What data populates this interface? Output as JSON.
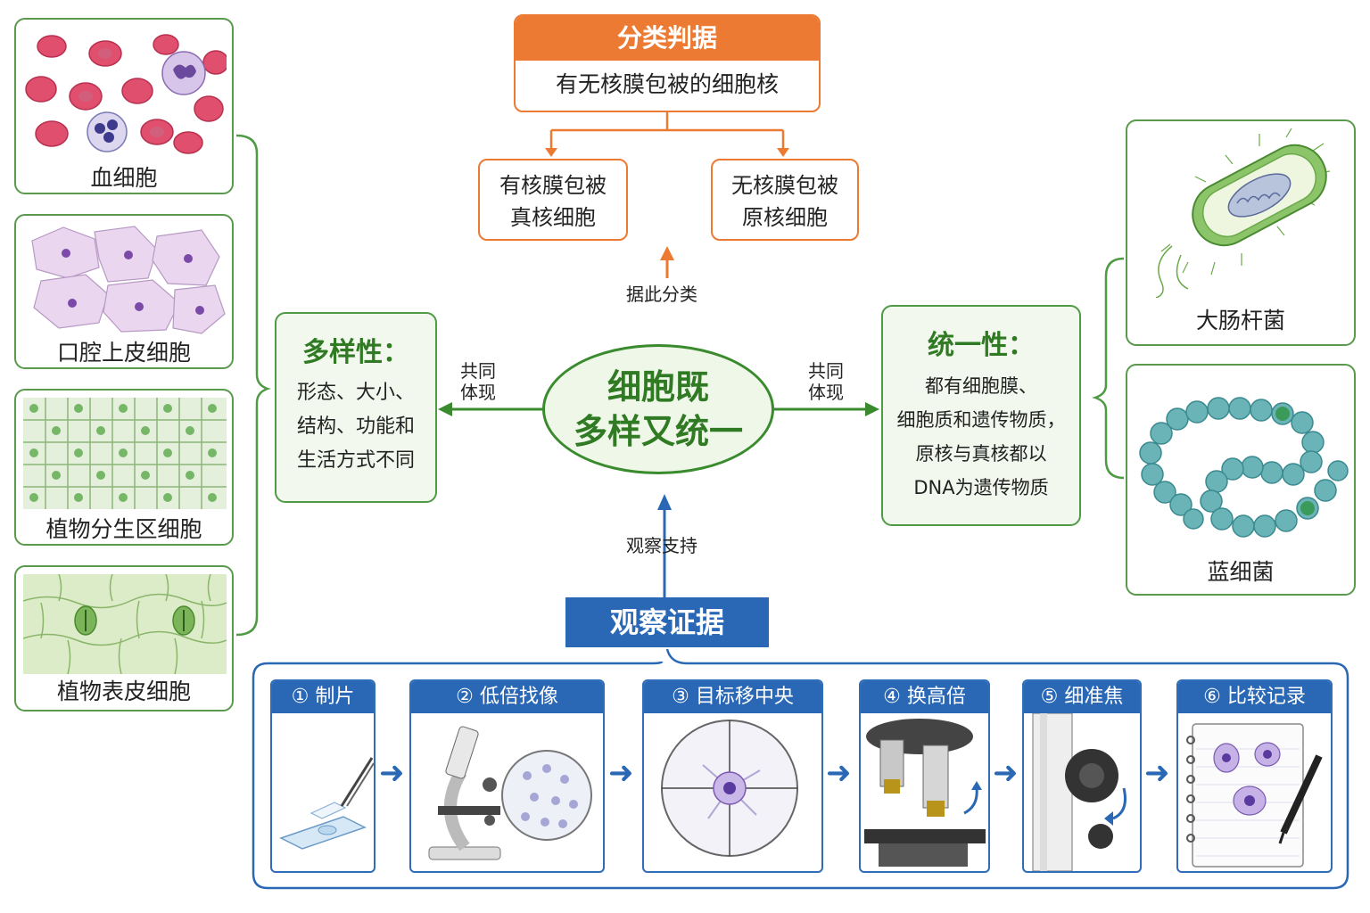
{
  "criterion": {
    "title": "分类判据",
    "text": "有无核膜包被的细胞核"
  },
  "eukaryote": {
    "line1": "有核膜包被",
    "line2": "真核细胞"
  },
  "prokaryote": {
    "line1": "无核膜包被",
    "line2": "原核细胞"
  },
  "center": {
    "line1": "细胞既",
    "line2": "多样又统一"
  },
  "arrow_labels": {
    "classify": "据此分类",
    "common_left": [
      "共同",
      "体现"
    ],
    "common_right": [
      "共同",
      "体现"
    ],
    "support": "观察支持"
  },
  "diversity": {
    "title": "多样性：",
    "lines": [
      "形态、大小、",
      "结构、功能和",
      "生活方式不同"
    ]
  },
  "unity": {
    "title": "统一性：",
    "lines": [
      "都有细胞膜、",
      "细胞质和遗传物质，",
      "原核与真核都以",
      "DNA为遗传物质"
    ]
  },
  "left_cells": [
    "血细胞",
    "口腔上皮细胞",
    "植物分生区细胞",
    "植物表皮细胞"
  ],
  "right_cells": [
    "大肠杆菌",
    "蓝细菌"
  ],
  "evidence": {
    "title": "观察证据",
    "steps": [
      "① 制片",
      "② 低倍找像",
      "③ 目标移中央",
      "④ 换高倍",
      "⑤ 细准焦",
      "⑥ 比较记录"
    ]
  },
  "colors": {
    "green": "#4f9a45",
    "orange": "#ec7a33",
    "blue": "#2a68b6"
  }
}
